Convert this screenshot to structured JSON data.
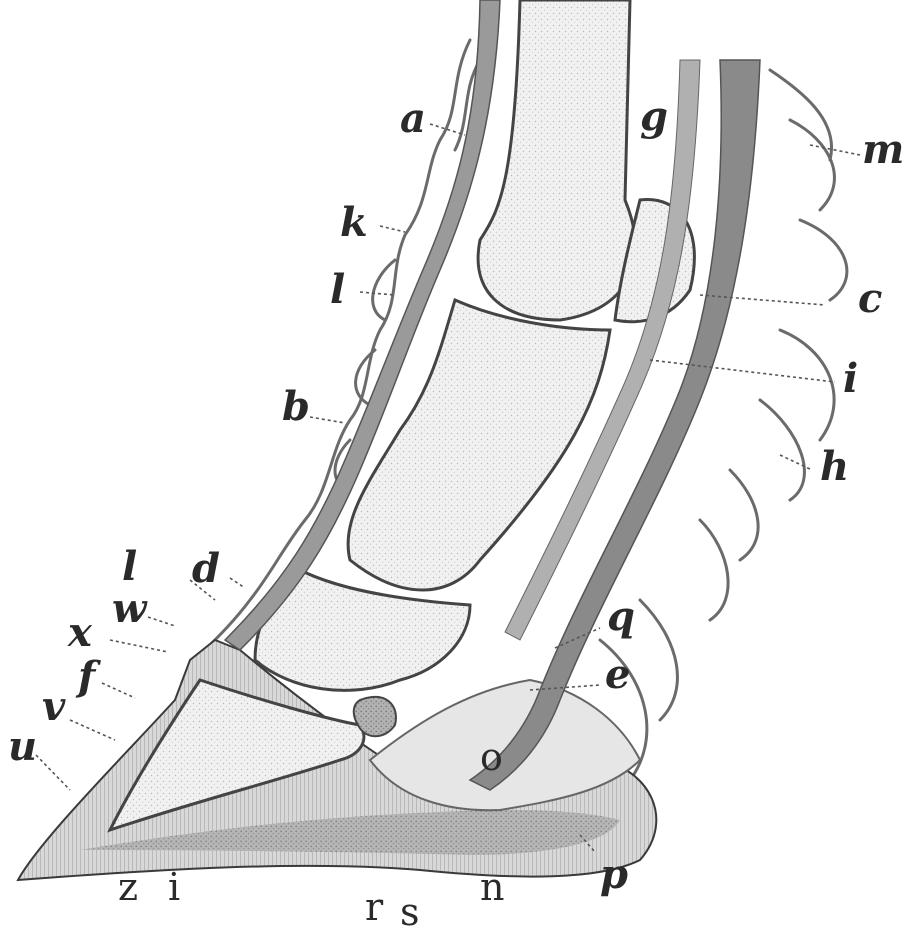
{
  "diagram": {
    "labels": {
      "a": "a",
      "b": "b",
      "c": "c",
      "d": "d",
      "e": "e",
      "f": "f",
      "g": "g",
      "h": "h",
      "i_upper": "i",
      "i_lower": "i",
      "k": "k",
      "l_upper": "l",
      "l_lower": "l",
      "m": "m",
      "n": "n",
      "o": "o",
      "p": "p",
      "q": "q",
      "r": "r",
      "s": "s",
      "u": "u",
      "v": "v",
      "w": "w",
      "x": "x",
      "z": "z"
    },
    "colors": {
      "ink": "#2a2a2a",
      "bone": "#ececec",
      "tissue_dark": "#8a8a8a",
      "tissue_mid": "#b5b5b5",
      "hoof": "#c9c9c9",
      "frog": "#a9a9a9",
      "paper": "#ffffff"
    }
  }
}
